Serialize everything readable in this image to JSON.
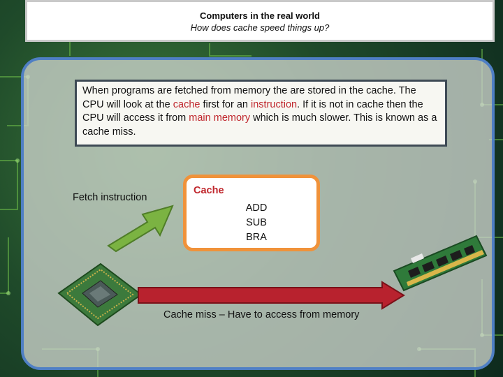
{
  "header": {
    "title": "Computers in the real world",
    "subtitle": "How does cache speed things up?"
  },
  "explanation": {
    "part1": "When programs are fetched from memory the are stored in the cache. The CPU will look at the ",
    "cache_word": "cache",
    "part2": " first for an ",
    "instruction_word": "instruction",
    "part3": ". If it is not in cache then the CPU will access it from ",
    "main_memory_word": "main memory",
    "part4": " which is much slower. This is known as a cache miss."
  },
  "diagram": {
    "fetch_label": "Fetch instruction",
    "cache_label": "Cache",
    "instructions": [
      "ADD",
      "SUB",
      "BRA"
    ],
    "miss_label": "Cache miss – Have to access from memory"
  },
  "colors": {
    "highlight": "#c0272d",
    "arrow_green": "#7bb342",
    "arrow_red": "#b8222e",
    "cache_border": "#f0923a",
    "panel_border": "#4f7fc4"
  }
}
